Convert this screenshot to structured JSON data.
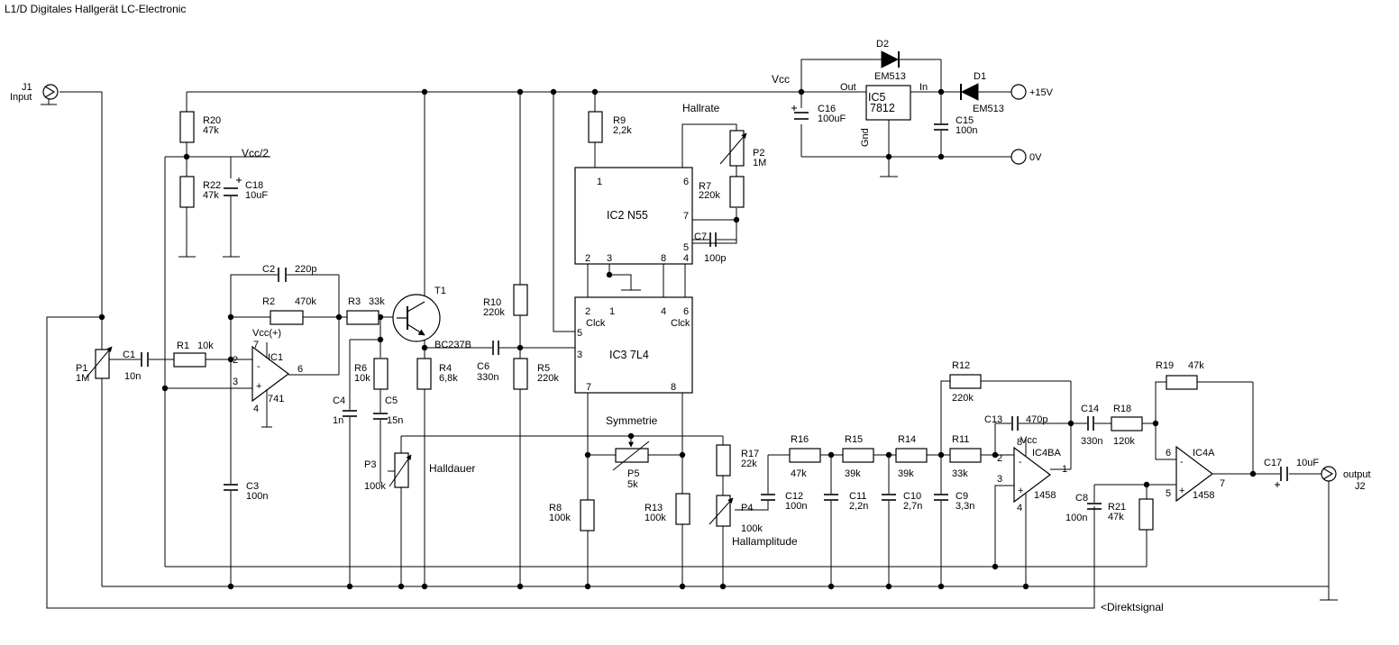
{
  "title": "L1/D Digitales Hallgerät LC-Electronic",
  "connectors": {
    "input": {
      "ref": "J1",
      "label": "Input"
    },
    "output": {
      "ref": "J2",
      "label": "output"
    },
    "plus15": "+15V",
    "zero": "0V"
  },
  "nets": {
    "vcc": "Vcc",
    "vcc2": "Vcc/2",
    "vccplus": "Vcc(+)",
    "vcc_ic4": "Vcc",
    "direktsignal": "<Direktsignal"
  },
  "labels": {
    "hallrate": "Hallrate",
    "symmetrie": "Symmetrie",
    "halldauer": "Halldauer",
    "hallamplitude": "Hallamplitude"
  },
  "ic5": {
    "ref": "IC5",
    "type": "7812",
    "in": "In",
    "out": "Out",
    "gnd": "Gnd"
  },
  "diodes": {
    "d1": {
      "ref": "D1",
      "value": "EM513"
    },
    "d2": {
      "ref": "D2",
      "value": "EM513"
    }
  },
  "ic1": {
    "ref": "IC1",
    "type": "741",
    "pins": [
      "2",
      "3",
      "6",
      "7",
      "4"
    ]
  },
  "ic2": {
    "ref": "IC2 N55",
    "pins": [
      "1",
      "6",
      "7",
      "5",
      "2",
      "3",
      "8",
      "4"
    ]
  },
  "ic3": {
    "ref": "IC3 7L4",
    "pins": [
      "2",
      "1",
      "4",
      "6",
      "5",
      "3",
      "7",
      "8"
    ],
    "clk1": "Clck",
    "clk2": "Clck"
  },
  "ic4b": {
    "ref": "IC4BA",
    "type": "1458",
    "pins": [
      "8",
      "2",
      "3",
      "1",
      "4"
    ]
  },
  "ic4a": {
    "ref": "IC4A",
    "type": "1458",
    "pins": [
      "6",
      "5",
      "7"
    ]
  },
  "transistor": {
    "ref": "T1",
    "type": "BC237B"
  },
  "components": {
    "r1": {
      "ref": "R1",
      "value": "10k"
    },
    "r2": {
      "ref": "R2",
      "value": "470k"
    },
    "r3": {
      "ref": "R3",
      "value": "33k"
    },
    "r4": {
      "ref": "R4",
      "value": "6,8k"
    },
    "r5": {
      "ref": "R5",
      "value": "220k"
    },
    "r6": {
      "ref": "R6",
      "value": "10k"
    },
    "r7": {
      "ref": "R7",
      "value": "220k"
    },
    "r8": {
      "ref": "R8",
      "value": "100k"
    },
    "r9": {
      "ref": "R9",
      "value": "2,2k"
    },
    "r10": {
      "ref": "R10",
      "value": "220k"
    },
    "r11": {
      "ref": "R11",
      "value": "33k"
    },
    "r12": {
      "ref": "R12",
      "value": "220k"
    },
    "r13": {
      "ref": "R13",
      "value": "100k"
    },
    "r14": {
      "ref": "R14",
      "value": "39k"
    },
    "r15": {
      "ref": "R15",
      "value": "39k"
    },
    "r16": {
      "ref": "R16",
      "value": "47k"
    },
    "r17": {
      "ref": "R17",
      "value": "22k"
    },
    "r18": {
      "ref": "R18",
      "value": "120k"
    },
    "r19": {
      "ref": "R19",
      "value": "47k"
    },
    "r20": {
      "ref": "R20",
      "value": "47k"
    },
    "r21": {
      "ref": "R21",
      "value": "47k"
    },
    "r22": {
      "ref": "R22",
      "value": "47k"
    },
    "c1": {
      "ref": "C1",
      "value": "10n"
    },
    "c2": {
      "ref": "C2",
      "value": "220p"
    },
    "c3": {
      "ref": "C3",
      "value": "100n"
    },
    "c4": {
      "ref": "C4",
      "value": "1n"
    },
    "c5": {
      "ref": "C5",
      "value": "15n"
    },
    "c6": {
      "ref": "C6",
      "value": "330n"
    },
    "c7": {
      "ref": "C7",
      "value": "100p"
    },
    "c8": {
      "ref": "C8",
      "value": "100n"
    },
    "c9": {
      "ref": "C9",
      "value": "3,3n"
    },
    "c10": {
      "ref": "C10",
      "value": "2,7n"
    },
    "c11": {
      "ref": "C11",
      "value": "2,2n"
    },
    "c12": {
      "ref": "C12",
      "value": "100n"
    },
    "c13": {
      "ref": "C13",
      "value": "470p"
    },
    "c14": {
      "ref": "C14",
      "value": "330n"
    },
    "c15": {
      "ref": "C15",
      "value": "100n"
    },
    "c16": {
      "ref": "C16",
      "value": "100uF"
    },
    "c17": {
      "ref": "C17",
      "value": "10uF"
    },
    "c18": {
      "ref": "C18",
      "value": "10uF"
    },
    "p1": {
      "ref": "P1",
      "value": "1M"
    },
    "p2": {
      "ref": "P2",
      "value": "1M"
    },
    "p3": {
      "ref": "P3",
      "value": "100k"
    },
    "p4": {
      "ref": "P4",
      "value": "100k"
    },
    "p5": {
      "ref": "P5",
      "value": "5k"
    }
  }
}
